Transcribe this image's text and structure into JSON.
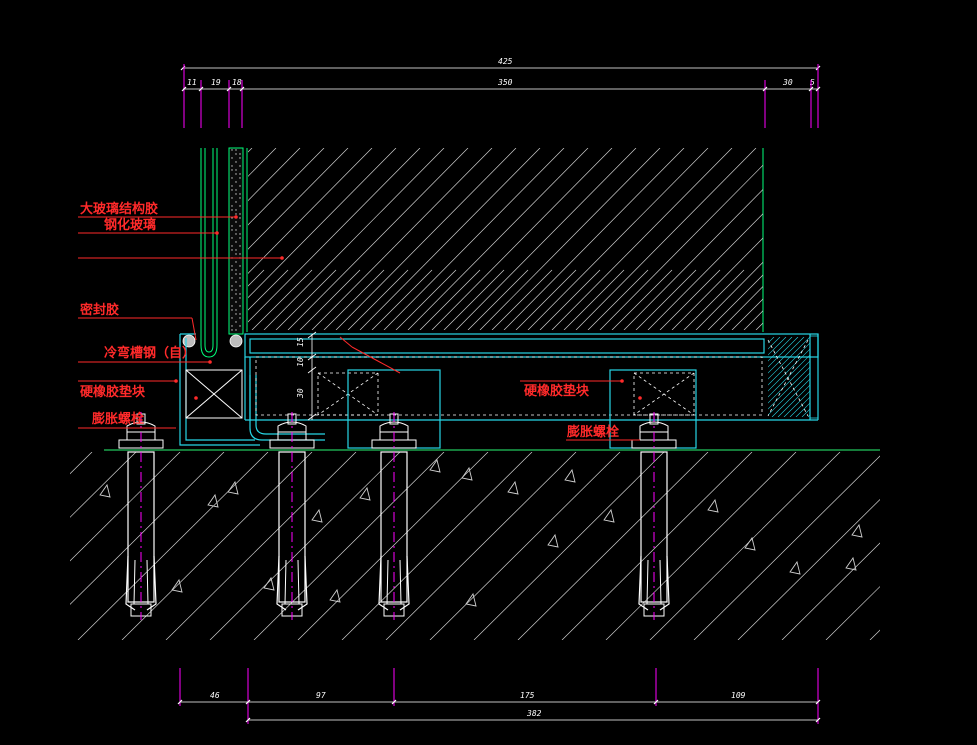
{
  "drawing": {
    "background_color": "#000000",
    "colors": {
      "dimension": "#ffffff",
      "extension": "#ff00ff",
      "glass": "#00ff7a",
      "steel": "#27d6e6",
      "label": "#ff2a2a",
      "ground": "#22c55e",
      "hatch": "#d0d0d0"
    },
    "top_dimensions": {
      "overall": "425",
      "segments": [
        "11",
        "19",
        "18",
        "350",
        "30",
        "5"
      ]
    },
    "left_labels": [
      {
        "text": "大玻璃结构胶"
      },
      {
        "text": "钢化玻璃"
      },
      {
        "text": "密封胶"
      },
      {
        "text": "冷弯槽钢（自）"
      },
      {
        "text": "硬橡胶垫块"
      },
      {
        "text": "膨胀螺栓"
      }
    ],
    "right_labels": [
      {
        "text": "硬橡胶垫块"
      },
      {
        "text": "膨胀螺栓"
      }
    ],
    "section_dimensions": [
      "15",
      "10",
      "30"
    ],
    "bottom_dimensions": {
      "segments": [
        "46",
        "97",
        "175",
        "109"
      ],
      "overall": "382"
    }
  }
}
